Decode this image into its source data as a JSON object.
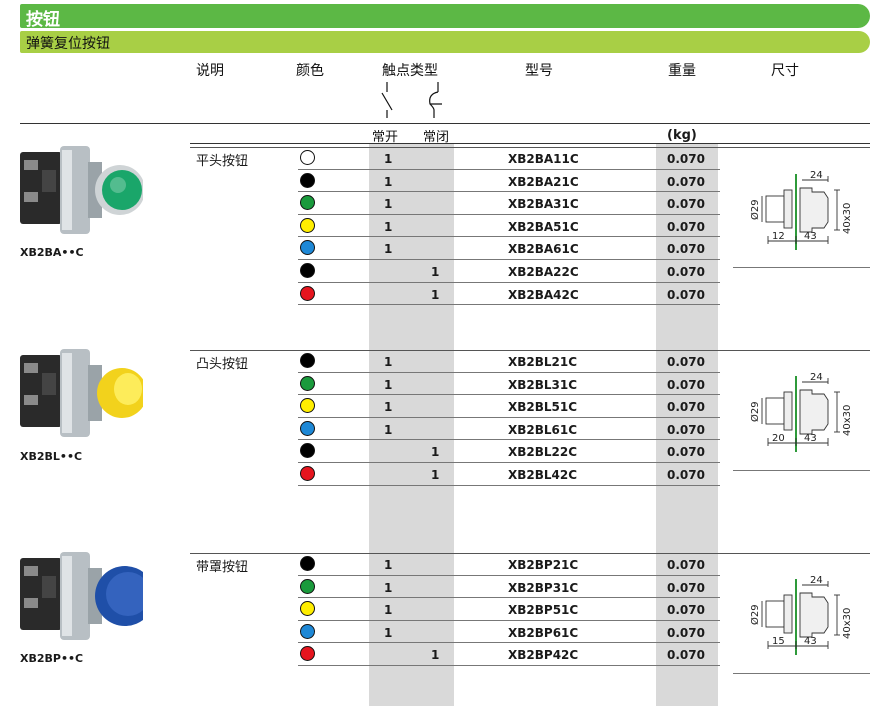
{
  "title": "按钮",
  "subtitle": "弹簧复位按钮",
  "headers": {
    "desc": "说明",
    "color": "颜色",
    "contact": "触点类型",
    "model": "型号",
    "weight": "重量",
    "size": "尺寸",
    "no": "常开",
    "nc": "常闭",
    "kg": "(kg)"
  },
  "colors": {
    "white": "#ffffff",
    "black": "#000000",
    "green": "#1a9a3c",
    "yellow": "#ffee00",
    "blue": "#1e88d6",
    "red": "#e5141e"
  },
  "groups": [
    {
      "desc": "平头按钮",
      "image_label": "XB2BA••C",
      "cap_color": "#1aa66a",
      "dims": {
        "top": "24",
        "left": "Ø29",
        "right": "40x30",
        "bottom_left": "12",
        "bottom_right": "43"
      },
      "rows": [
        {
          "color": "white",
          "no": "1",
          "nc": "",
          "model": "XB2BA11C",
          "weight": "0.070"
        },
        {
          "color": "black",
          "no": "1",
          "nc": "",
          "model": "XB2BA21C",
          "weight": "0.070"
        },
        {
          "color": "green",
          "no": "1",
          "nc": "",
          "model": "XB2BA31C",
          "weight": "0.070"
        },
        {
          "color": "yellow",
          "no": "1",
          "nc": "",
          "model": "XB2BA51C",
          "weight": "0.070"
        },
        {
          "color": "blue",
          "no": "1",
          "nc": "",
          "model": "XB2BA61C",
          "weight": "0.070"
        },
        {
          "color": "black",
          "no": "",
          "nc": "1",
          "model": "XB2BA22C",
          "weight": "0.070"
        },
        {
          "color": "red",
          "no": "",
          "nc": "1",
          "model": "XB2BA42C",
          "weight": "0.070"
        }
      ]
    },
    {
      "desc": "凸头按钮",
      "image_label": "XB2BL••C",
      "cap_color": "#f2d21c",
      "dims": {
        "top": "24",
        "left": "Ø29",
        "right": "40x30",
        "bottom_left": "20",
        "bottom_right": "43"
      },
      "rows": [
        {
          "color": "black",
          "no": "1",
          "nc": "",
          "model": "XB2BL21C",
          "weight": "0.070"
        },
        {
          "color": "green",
          "no": "1",
          "nc": "",
          "model": "XB2BL31C",
          "weight": "0.070"
        },
        {
          "color": "yellow",
          "no": "1",
          "nc": "",
          "model": "XB2BL51C",
          "weight": "0.070"
        },
        {
          "color": "blue",
          "no": "1",
          "nc": "",
          "model": "XB2BL61C",
          "weight": "0.070"
        },
        {
          "color": "black",
          "no": "",
          "nc": "1",
          "model": "XB2BL22C",
          "weight": "0.070"
        },
        {
          "color": "red",
          "no": "",
          "nc": "1",
          "model": "XB2BL42C",
          "weight": "0.070"
        }
      ]
    },
    {
      "desc": "带罩按钮",
      "image_label": "XB2BP••C",
      "cap_color": "#1f4fa8",
      "dims": {
        "top": "24",
        "left": "Ø29",
        "right": "40x30",
        "bottom_left": "15",
        "bottom_right": "43"
      },
      "rows": [
        {
          "color": "black",
          "no": "1",
          "nc": "",
          "model": "XB2BP21C",
          "weight": "0.070"
        },
        {
          "color": "green",
          "no": "1",
          "nc": "",
          "model": "XB2BP31C",
          "weight": "0.070"
        },
        {
          "color": "yellow",
          "no": "1",
          "nc": "",
          "model": "XB2BP51C",
          "weight": "0.070"
        },
        {
          "color": "blue",
          "no": "1",
          "nc": "",
          "model": "XB2BP61C",
          "weight": "0.070"
        },
        {
          "color": "red",
          "no": "",
          "nc": "1",
          "model": "XB2BP42C",
          "weight": "0.070"
        }
      ]
    }
  ]
}
